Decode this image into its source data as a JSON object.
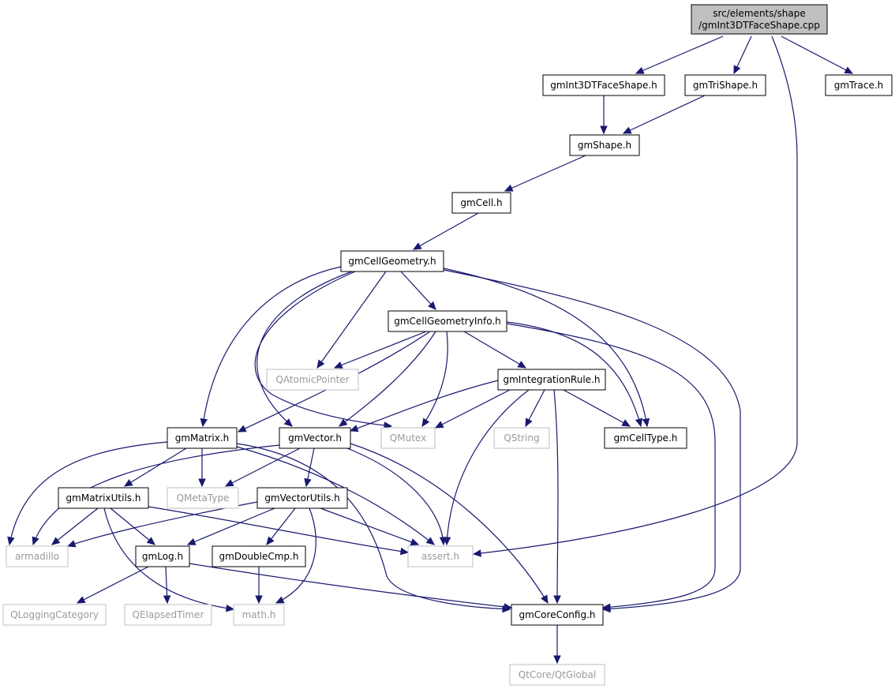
{
  "colors": {
    "edge": "#191970",
    "root_fill": "#bfbfbf",
    "node_border": "#000000",
    "external_border": "#bfbfbf",
    "external_text": "#9a9a9a"
  },
  "nodes": [
    {
      "id": "root",
      "kind": "root",
      "lines": [
        "src/elements/shape",
        "/gmInt3DTFaceShape.cpp"
      ]
    },
    {
      "id": "int3dt",
      "kind": "normal",
      "lines": [
        "gmInt3DTFaceShape.h"
      ]
    },
    {
      "id": "trishape",
      "kind": "normal",
      "lines": [
        "gmTriShape.h"
      ]
    },
    {
      "id": "trace",
      "kind": "normal",
      "lines": [
        "gmTrace.h"
      ]
    },
    {
      "id": "shape",
      "kind": "normal",
      "lines": [
        "gmShape.h"
      ]
    },
    {
      "id": "cell",
      "kind": "normal",
      "lines": [
        "gmCell.h"
      ]
    },
    {
      "id": "cellgeom",
      "kind": "normal",
      "lines": [
        "gmCellGeometry.h"
      ]
    },
    {
      "id": "cellgeominfo",
      "kind": "normal",
      "lines": [
        "gmCellGeometryInfo.h"
      ]
    },
    {
      "id": "qatomic",
      "kind": "external",
      "lines": [
        "QAtomicPointer"
      ]
    },
    {
      "id": "intrule",
      "kind": "normal",
      "lines": [
        "gmIntegrationRule.h"
      ]
    },
    {
      "id": "matrix",
      "kind": "normal",
      "lines": [
        "gmMatrix.h"
      ]
    },
    {
      "id": "vector",
      "kind": "normal",
      "lines": [
        "gmVector.h"
      ]
    },
    {
      "id": "qmutex",
      "kind": "external",
      "lines": [
        "QMutex"
      ]
    },
    {
      "id": "qstring",
      "kind": "external",
      "lines": [
        "QString"
      ]
    },
    {
      "id": "celltype",
      "kind": "normal",
      "lines": [
        "gmCellType.h"
      ]
    },
    {
      "id": "matrixutils",
      "kind": "normal",
      "lines": [
        "gmMatrixUtils.h"
      ]
    },
    {
      "id": "qmetatype",
      "kind": "external",
      "lines": [
        "QMetaType"
      ]
    },
    {
      "id": "vectorutils",
      "kind": "normal",
      "lines": [
        "gmVectorUtils.h"
      ]
    },
    {
      "id": "armadillo",
      "kind": "external",
      "lines": [
        "armadillo"
      ]
    },
    {
      "id": "log",
      "kind": "normal",
      "lines": [
        "gmLog.h"
      ]
    },
    {
      "id": "doublecmp",
      "kind": "normal",
      "lines": [
        "gmDoubleCmp.h"
      ]
    },
    {
      "id": "assert",
      "kind": "external",
      "lines": [
        "assert.h"
      ]
    },
    {
      "id": "qlogging",
      "kind": "external",
      "lines": [
        "QLoggingCategory"
      ]
    },
    {
      "id": "qelapsed",
      "kind": "external",
      "lines": [
        "QElapsedTimer"
      ]
    },
    {
      "id": "math",
      "kind": "external",
      "lines": [
        "math.h"
      ]
    },
    {
      "id": "coreconfig",
      "kind": "normal",
      "lines": [
        "gmCoreConfig.h"
      ]
    },
    {
      "id": "qtglobal",
      "kind": "external",
      "lines": [
        "QtCore/QtGlobal"
      ]
    }
  ],
  "edges": [
    {
      "from": "root",
      "to": "int3dt"
    },
    {
      "from": "root",
      "to": "trishape"
    },
    {
      "from": "root",
      "to": "trace"
    },
    {
      "from": "root",
      "to": "assert"
    },
    {
      "from": "int3dt",
      "to": "shape"
    },
    {
      "from": "trishape",
      "to": "shape"
    },
    {
      "from": "shape",
      "to": "cell"
    },
    {
      "from": "cell",
      "to": "cellgeom"
    },
    {
      "from": "cellgeom",
      "to": "cellgeominfo"
    },
    {
      "from": "cellgeom",
      "to": "qatomic"
    },
    {
      "from": "cellgeom",
      "to": "matrix"
    },
    {
      "from": "cellgeom",
      "to": "vector"
    },
    {
      "from": "cellgeom",
      "to": "qmutex"
    },
    {
      "from": "cellgeom",
      "to": "celltype"
    },
    {
      "from": "cellgeom",
      "to": "coreconfig"
    },
    {
      "from": "cellgeominfo",
      "to": "qatomic"
    },
    {
      "from": "cellgeominfo",
      "to": "intrule"
    },
    {
      "from": "cellgeominfo",
      "to": "matrix"
    },
    {
      "from": "cellgeominfo",
      "to": "vector"
    },
    {
      "from": "cellgeominfo",
      "to": "qmutex"
    },
    {
      "from": "cellgeominfo",
      "to": "celltype"
    },
    {
      "from": "cellgeominfo",
      "to": "coreconfig"
    },
    {
      "from": "intrule",
      "to": "vector"
    },
    {
      "from": "intrule",
      "to": "qmutex"
    },
    {
      "from": "intrule",
      "to": "qstring"
    },
    {
      "from": "intrule",
      "to": "celltype"
    },
    {
      "from": "intrule",
      "to": "assert"
    },
    {
      "from": "intrule",
      "to": "coreconfig"
    },
    {
      "from": "matrix",
      "to": "armadillo"
    },
    {
      "from": "matrix",
      "to": "matrixutils"
    },
    {
      "from": "matrix",
      "to": "qmetatype"
    },
    {
      "from": "matrix",
      "to": "assert"
    },
    {
      "from": "matrix",
      "to": "coreconfig"
    },
    {
      "from": "vector",
      "to": "armadillo"
    },
    {
      "from": "vector",
      "to": "qmetatype"
    },
    {
      "from": "vector",
      "to": "vectorutils"
    },
    {
      "from": "vector",
      "to": "assert"
    },
    {
      "from": "vector",
      "to": "coreconfig"
    },
    {
      "from": "matrixutils",
      "to": "armadillo"
    },
    {
      "from": "matrixutils",
      "to": "log"
    },
    {
      "from": "matrixutils",
      "to": "assert"
    },
    {
      "from": "matrixutils",
      "to": "math"
    },
    {
      "from": "vectorutils",
      "to": "armadillo"
    },
    {
      "from": "vectorutils",
      "to": "log"
    },
    {
      "from": "vectorutils",
      "to": "doublecmp"
    },
    {
      "from": "vectorutils",
      "to": "assert"
    },
    {
      "from": "vectorutils",
      "to": "math"
    },
    {
      "from": "log",
      "to": "qlogging"
    },
    {
      "from": "log",
      "to": "qelapsed"
    },
    {
      "from": "log",
      "to": "coreconfig"
    },
    {
      "from": "doublecmp",
      "to": "math"
    },
    {
      "from": "coreconfig",
      "to": "qtglobal"
    }
  ]
}
